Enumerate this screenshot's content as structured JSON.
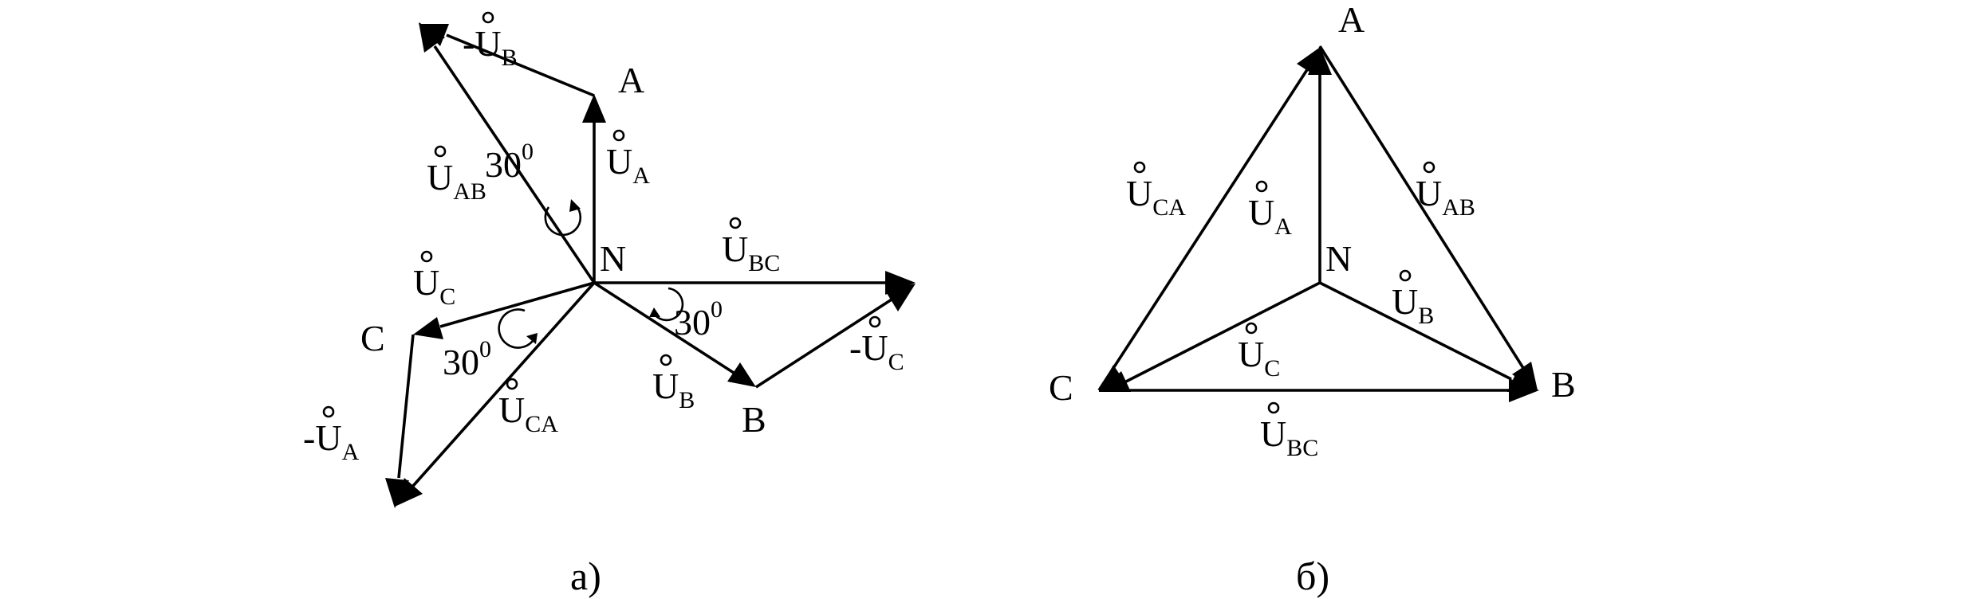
{
  "diagram_a": {
    "caption": "а)",
    "points": {
      "A": "A",
      "B": "B",
      "C": "C",
      "N": "N"
    },
    "vectors": {
      "U_A": {
        "base": "U",
        "sign": "",
        "sub": "A"
      },
      "U_B": {
        "base": "U",
        "sign": "",
        "sub": "B"
      },
      "U_C": {
        "base": "U",
        "sign": "",
        "sub": "C"
      },
      "neg_U_A": {
        "base": "U",
        "sign": "-",
        "sub": "A"
      },
      "neg_U_B": {
        "base": "U",
        "sign": "-",
        "sub": "B"
      },
      "neg_U_C": {
        "base": "U",
        "sign": "-",
        "sub": "C"
      },
      "U_AB": {
        "base": "U",
        "sign": "",
        "sub": "AB"
      },
      "U_BC": {
        "base": "U",
        "sign": "",
        "sub": "BC"
      },
      "U_CA": {
        "base": "U",
        "sign": "",
        "sub": "CA"
      }
    },
    "angles": {
      "ab": {
        "value": "30",
        "sup": "0"
      },
      "bc": {
        "value": "30",
        "sup": "0"
      },
      "ca": {
        "value": "30",
        "sup": "0"
      }
    }
  },
  "diagram_b": {
    "caption": "б)",
    "points": {
      "A": "A",
      "B": "B",
      "C": "C",
      "N": "N"
    },
    "vectors": {
      "U_A": {
        "base": "U",
        "sign": "",
        "sub": "A"
      },
      "U_B": {
        "base": "U",
        "sign": "",
        "sub": "B"
      },
      "U_C": {
        "base": "U",
        "sign": "",
        "sub": "C"
      },
      "U_AB": {
        "base": "U",
        "sign": "",
        "sub": "AB"
      },
      "U_BC": {
        "base": "U",
        "sign": "",
        "sub": "BC"
      },
      "U_CA": {
        "base": "U",
        "sign": "",
        "sub": "CA"
      }
    }
  }
}
